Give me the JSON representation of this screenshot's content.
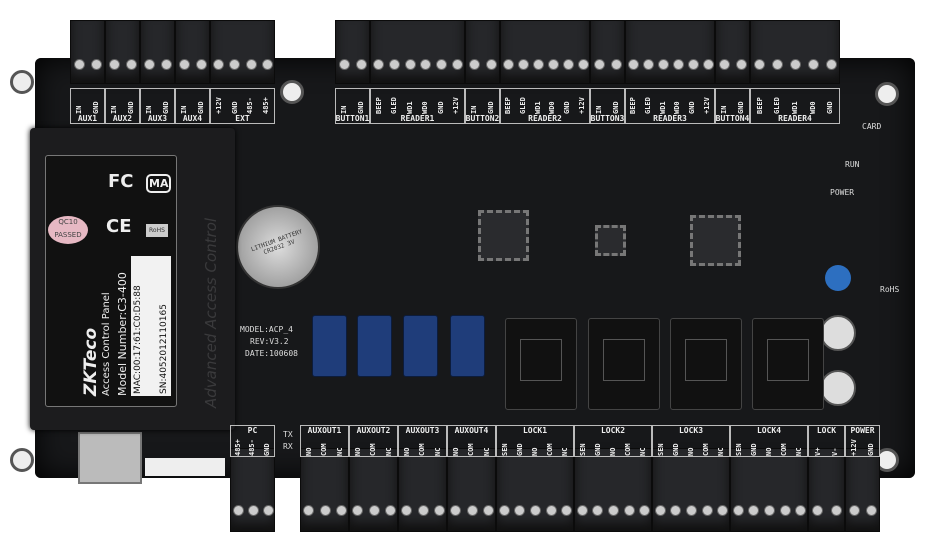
{
  "top_groups": [
    {
      "name": "AUX1",
      "pins": [
        "IN",
        "GND"
      ]
    },
    {
      "name": "AUX2",
      "pins": [
        "IN",
        "GND"
      ]
    },
    {
      "name": "AUX3",
      "pins": [
        "IN",
        "GND"
      ]
    },
    {
      "name": "AUX4",
      "pins": [
        "IN",
        "GND"
      ]
    },
    {
      "name": "EXT",
      "pins": [
        "+12V",
        "GND",
        "485-",
        "485+"
      ]
    },
    {
      "name": "BUTTON1",
      "pins": [
        "IN",
        "GND"
      ]
    },
    {
      "name": "READER1",
      "pins": [
        "BEEP",
        "GLED",
        "WD1",
        "WD0",
        "GND",
        "+12V"
      ]
    },
    {
      "name": "BUTTON2",
      "pins": [
        "IN",
        "GND"
      ]
    },
    {
      "name": "READER2",
      "pins": [
        "BEEP",
        "GLED",
        "WD1",
        "WD0",
        "GND",
        "+12V"
      ]
    },
    {
      "name": "BUTTON3",
      "pins": [
        "IN",
        "GND"
      ]
    },
    {
      "name": "READER3",
      "pins": [
        "BEEP",
        "GLED",
        "WD1",
        "WD0",
        "GND",
        "+12V"
      ]
    },
    {
      "name": "BUTTON4",
      "pins": [
        "IN",
        "GND"
      ]
    },
    {
      "name": "READER4",
      "pins": [
        "BEEP",
        "GLED",
        "WD1",
        "WD0",
        "GND"
      ]
    }
  ],
  "bottom_groups": [
    {
      "name": "PC",
      "pins": [
        "485+",
        "485-",
        "GND"
      ]
    },
    {
      "name": "AUXOUT1",
      "pins": [
        "NO",
        "COM",
        "NC"
      ]
    },
    {
      "name": "AUXOUT2",
      "pins": [
        "NO",
        "COM",
        "NC"
      ]
    },
    {
      "name": "AUXOUT3",
      "pins": [
        "NO",
        "COM",
        "NC"
      ]
    },
    {
      "name": "AUXOUT4",
      "pins": [
        "NO",
        "COM",
        "NC"
      ]
    },
    {
      "name": "LOCK1",
      "pins": [
        "SEN",
        "GND",
        "NO",
        "COM",
        "NC"
      ]
    },
    {
      "name": "LOCK2",
      "pins": [
        "SEN",
        "GND",
        "NO",
        "COM",
        "NC"
      ]
    },
    {
      "name": "LOCK3",
      "pins": [
        "SEN",
        "GND",
        "NO",
        "COM",
        "NC"
      ]
    },
    {
      "name": "LOCK4",
      "pins": [
        "SEN",
        "GND",
        "NO",
        "COM",
        "NC"
      ]
    },
    {
      "name": "LOCK",
      "pins": [
        "V+",
        "V-"
      ]
    },
    {
      "name": "POWER",
      "pins": [
        "+12V",
        "GND"
      ]
    }
  ],
  "label": {
    "brand": "ZKTeco",
    "product": "Access Control Panel",
    "model": "Model Number:C3-400",
    "mac": "MAC:00:17:61:C0:D5:88",
    "sn": "SN:4052012110165",
    "qc": "QC10 PASSED",
    "fc": "FC",
    "ce": "CE",
    "ma": "MA",
    "rohs": "RoHS",
    "case_text": "Advanced Access Control"
  },
  "board": {
    "model": "MODEL:ACP_4",
    "rev": "REV:V3.2",
    "date": "DATE:100608",
    "battery": "LITHIUM BATTERY CR2032 3V",
    "leds": [
      "CARD",
      "RUN",
      "POWER"
    ],
    "tx": "TX",
    "rx": "RX",
    "rohs": "RoHS"
  }
}
